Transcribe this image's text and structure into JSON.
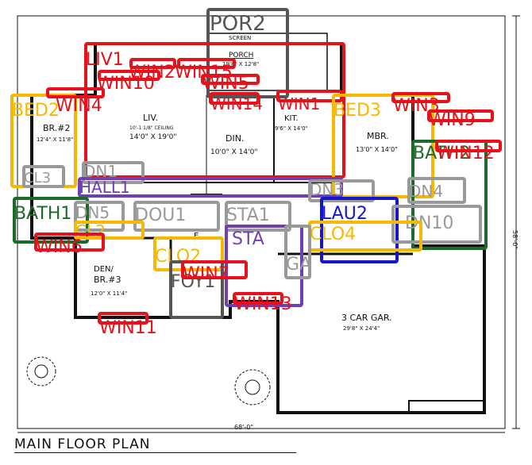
{
  "plan": {
    "caption": "MAIN FLOOR PLAN",
    "dim_width": "68'-0\"",
    "dim_depth": "58'-0\""
  },
  "rooms": {
    "porch_screen": "SCREEN",
    "porch": "PORCH",
    "porch_size": "19'8\" X 12'8\"",
    "liv": "LIV.",
    "liv_ceiling": "10'-1 1/8\" CEILING",
    "liv_size": "14'0\" X 19'0\"",
    "din": "DIN.",
    "din_size": "10'0\" X 14'0\"",
    "kit": "KIT.",
    "kit_size": "9'6\" X 14'0\"",
    "br2": "BR.#2",
    "br2_size": "12'4\" X 11'8\"",
    "mbr": "MBR.",
    "mbr_size": "13'0\" X 14'0\"",
    "den": "DEN/",
    "br3": "BR.#3",
    "br3_size": "12'0\" X 11'4\"",
    "entry": "E.",
    "garage": "3 CAR GAR.",
    "garage_size": "29'8\" X 24'4\""
  },
  "annotations": [
    {
      "label": "POR2",
      "color": "#555555"
    },
    {
      "label": "LIV1",
      "color": "#e8101a"
    },
    {
      "label": "WIN2",
      "color": "#e8101a"
    },
    {
      "label": "WIN15",
      "color": "#e8101a"
    },
    {
      "label": "WIN10",
      "color": "#e8101a"
    },
    {
      "label": "WIN5",
      "color": "#e8101a"
    },
    {
      "label": "WIN14",
      "color": "#e8101a"
    },
    {
      "label": "WIN1",
      "color": "#e8101a"
    },
    {
      "label": "BED2",
      "color": "#f6b800"
    },
    {
      "label": "WIN4",
      "color": "#e8101a"
    },
    {
      "label": "BED3",
      "color": "#f6b800"
    },
    {
      "label": "WIN3",
      "color": "#e8101a"
    },
    {
      "label": "WIN9",
      "color": "#e8101a"
    },
    {
      "label": "BATH2",
      "color": "#1d6b2a"
    },
    {
      "label": "WIN12",
      "color": "#e8101a"
    },
    {
      "label": "CL3",
      "color": "#999999"
    },
    {
      "label": "DN1",
      "color": "#999999"
    },
    {
      "label": "HALL1",
      "color": "#6e3fb5"
    },
    {
      "label": "BATH1",
      "color": "#1d6b2a"
    },
    {
      "label": "DN5",
      "color": "#999999"
    },
    {
      "label": "DOU1",
      "color": "#999999"
    },
    {
      "label": "STA1",
      "color": "#999999"
    },
    {
      "label": "DN3",
      "color": "#999999"
    },
    {
      "label": "LAU2",
      "color": "#1515d0"
    },
    {
      "label": "DN4",
      "color": "#999999"
    },
    {
      "label": "CL2",
      "color": "#f6b800"
    },
    {
      "label": "WIN6",
      "color": "#e8101a"
    },
    {
      "label": "DN10",
      "color": "#999999"
    },
    {
      "label": "STA",
      "color": "#6e3fb5"
    },
    {
      "label": "CLO4",
      "color": "#f6b800"
    },
    {
      "label": "CLO2",
      "color": "#f6b800"
    },
    {
      "label": "FOY1",
      "color": "#555555"
    },
    {
      "label": "WIN7",
      "color": "#e8101a"
    },
    {
      "label": "GA",
      "color": "#999999"
    },
    {
      "label": "WIN13",
      "color": "#e8101a"
    },
    {
      "label": "WIN11",
      "color": "#e8101a"
    }
  ]
}
